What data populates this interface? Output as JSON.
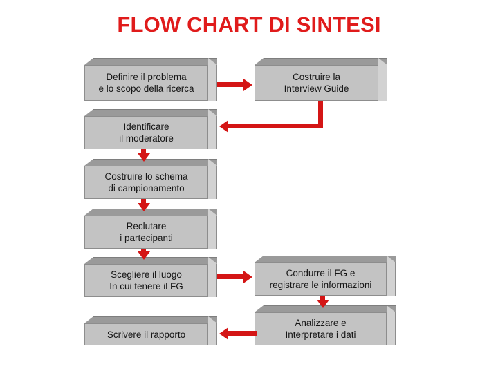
{
  "slide": {
    "title": "FLOW CHART DI SINTESI",
    "title_color": "#e01b1b",
    "background_color": "#ffffff"
  },
  "theme": {
    "box_front_color": "#c3c3c3",
    "box_top_color": "#9a9a9a",
    "box_side_color": "#d2d2d2",
    "box_border_color": "#8d8d8d",
    "connector_color": "#d41515",
    "label_color": "#161616"
  },
  "nodes": [
    {
      "id": "definire-il-problema",
      "name": "define-problem",
      "lines": [
        "Definire il problema",
        "e lo scopo della ricerca"
      ],
      "column": "left",
      "order": 1
    },
    {
      "id": "costruire-interview-guide",
      "name": "build-interview-guide",
      "lines": [
        "Costruire la",
        "Interview Guide"
      ],
      "column": "right",
      "order": 2
    },
    {
      "id": "identificare-il-moderatore",
      "name": "identify-moderator",
      "lines": [
        "Identificare",
        "il moderatore"
      ],
      "column": "left",
      "order": 3
    },
    {
      "id": "costruire-schema-campionamento",
      "name": "build-sampling-scheme",
      "lines": [
        "Costruire lo schema",
        "di campionamento"
      ],
      "column": "left",
      "order": 4
    },
    {
      "id": "reclutare-partecipanti",
      "name": "recruit-participants",
      "lines": [
        "Reclutare",
        "i partecipanti"
      ],
      "column": "left",
      "order": 5
    },
    {
      "id": "scegliere-il-luogo",
      "name": "choose-location",
      "lines": [
        "Scegliere il luogo",
        "In cui tenere il FG"
      ],
      "column": "left",
      "order": 6
    },
    {
      "id": "condurre-il-fg",
      "name": "conduct-focus-group",
      "lines": [
        "Condurre il FG e",
        "registrare le informazioni"
      ],
      "column": "right",
      "order": 7
    },
    {
      "id": "analizzare-interpretare",
      "name": "analyze-interpret-data",
      "lines": [
        "Analizzare e",
        "Interpretare i dati"
      ],
      "column": "right",
      "order": 8
    },
    {
      "id": "scrivere-il-rapporto",
      "name": "write-report",
      "lines": [
        "Scrivere il rapporto"
      ],
      "column": "left",
      "order": 9
    }
  ],
  "connectors": [
    {
      "name": "connector-define-to-guide",
      "from": "definire-il-problema",
      "to": "costruire-interview-guide",
      "direction": "right"
    },
    {
      "name": "connector-guide-to-moderator",
      "from": "costruire-interview-guide",
      "to": "identificare-il-moderatore",
      "direction": "down-left"
    },
    {
      "name": "connector-moderator-to-sampling",
      "from": "identificare-il-moderatore",
      "to": "costruire-schema-campionamento",
      "direction": "down"
    },
    {
      "name": "connector-sampling-to-recruit",
      "from": "costruire-schema-campionamento",
      "to": "reclutare-partecipanti",
      "direction": "down"
    },
    {
      "name": "connector-recruit-to-location",
      "from": "reclutare-partecipanti",
      "to": "scegliere-il-luogo",
      "direction": "down"
    },
    {
      "name": "connector-location-to-conduct",
      "from": "scegliere-il-luogo",
      "to": "condurre-il-fg",
      "direction": "right"
    },
    {
      "name": "connector-conduct-to-analyze",
      "from": "condurre-il-fg",
      "to": "analizzare-interpretare",
      "direction": "down"
    },
    {
      "name": "connector-analyze-to-report",
      "from": "analizzare-interpretare",
      "to": "scrivere-il-rapporto",
      "direction": "left"
    }
  ]
}
